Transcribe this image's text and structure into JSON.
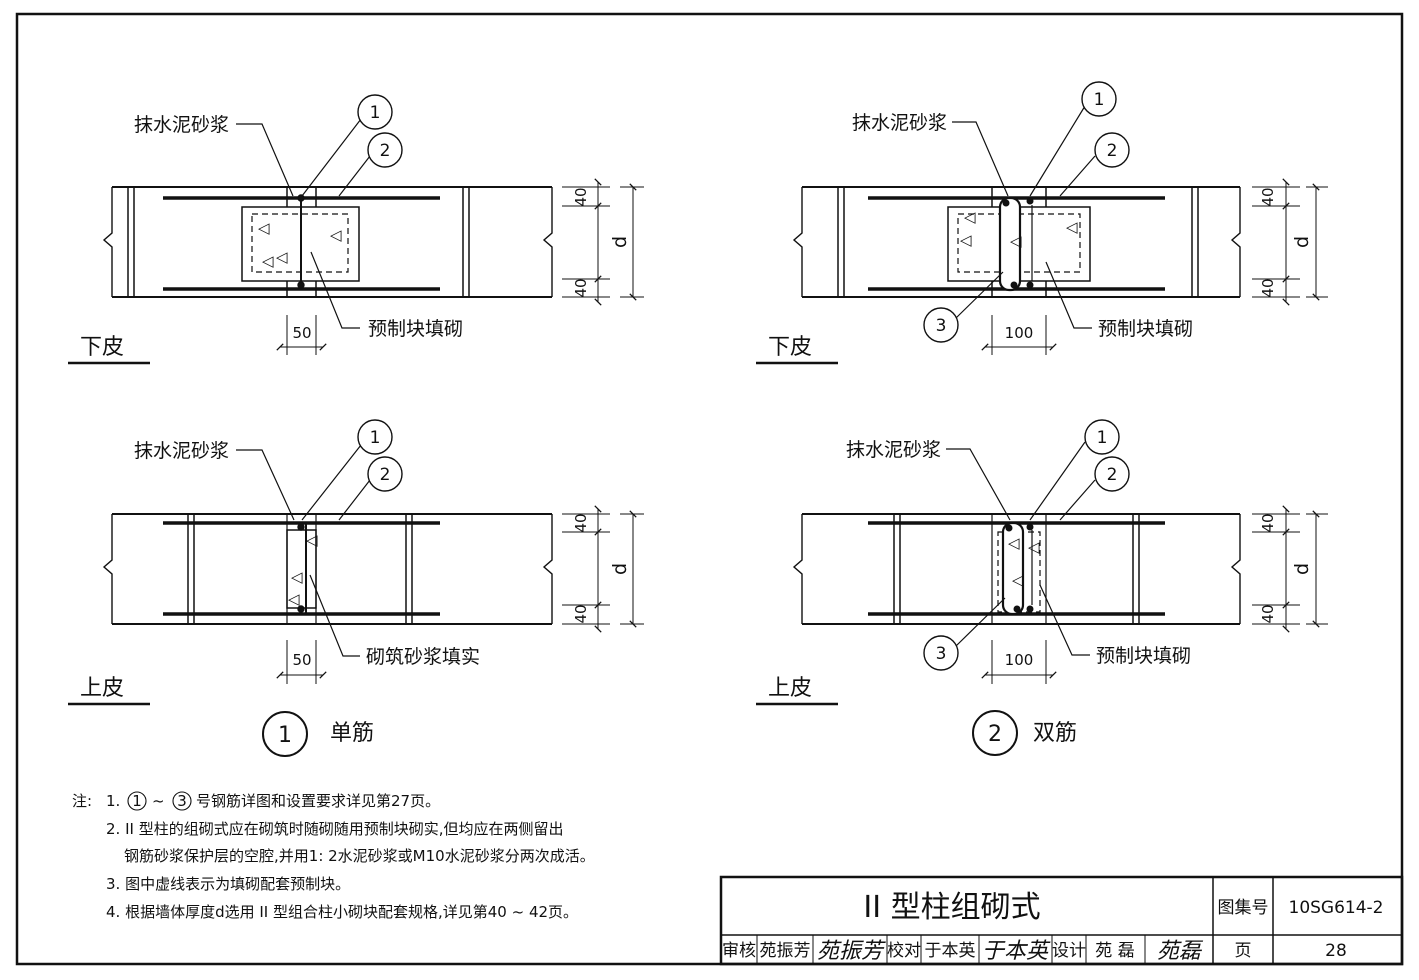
{
  "labels": {
    "plaster_mortar": "抹水泥砂浆",
    "precast_fill": "预制块填砌",
    "mortar_fill": "砌筑砂浆填实",
    "bottom": "下皮",
    "top": "上皮"
  },
  "dims": {
    "cover": "40",
    "d": "d",
    "w50": "50",
    "w100": "100"
  },
  "markers": {
    "m1": "1",
    "m2": "2",
    "m3": "3"
  },
  "captions": {
    "single_no": "1",
    "single": "单筋",
    "double_no": "2",
    "double": "双筋"
  },
  "notes": {
    "prefix": "注:",
    "n1_pre": "1.",
    "n1_a": "1",
    "n1_mid": "~",
    "n1_b": "3",
    "n1_text": "号钢筋详图和设置要求详见第27页。",
    "n2_line1": "2. II 型柱的组砌式应在砌筑时随砌随用预制块砌实,但均应在两侧留出",
    "n2_line2": "钢筋砂浆保护层的空腔,并用1: 2水泥砂浆或M10水泥砂浆分两次成活。",
    "n3": "3. 图中虚线表示为填砌配套预制块。",
    "n4": "4. 根据墙体厚度d选用 II 型组合柱小砌块配套规格,详见第40 ~ 42页。"
  },
  "title_block": {
    "title": "II 型柱组砌式",
    "atlas_label": "图集号",
    "atlas_no": "10SG614-2",
    "review_label": "审核",
    "reviewer": "苑振芳",
    "reviewer_sig": "苑振芳",
    "check_label": "校对",
    "checker": "于本英",
    "checker_sig": "于本英",
    "design_label": "设计",
    "designer": "苑 磊",
    "designer_sig": "苑磊",
    "page_label": "页",
    "page_no": "28"
  }
}
